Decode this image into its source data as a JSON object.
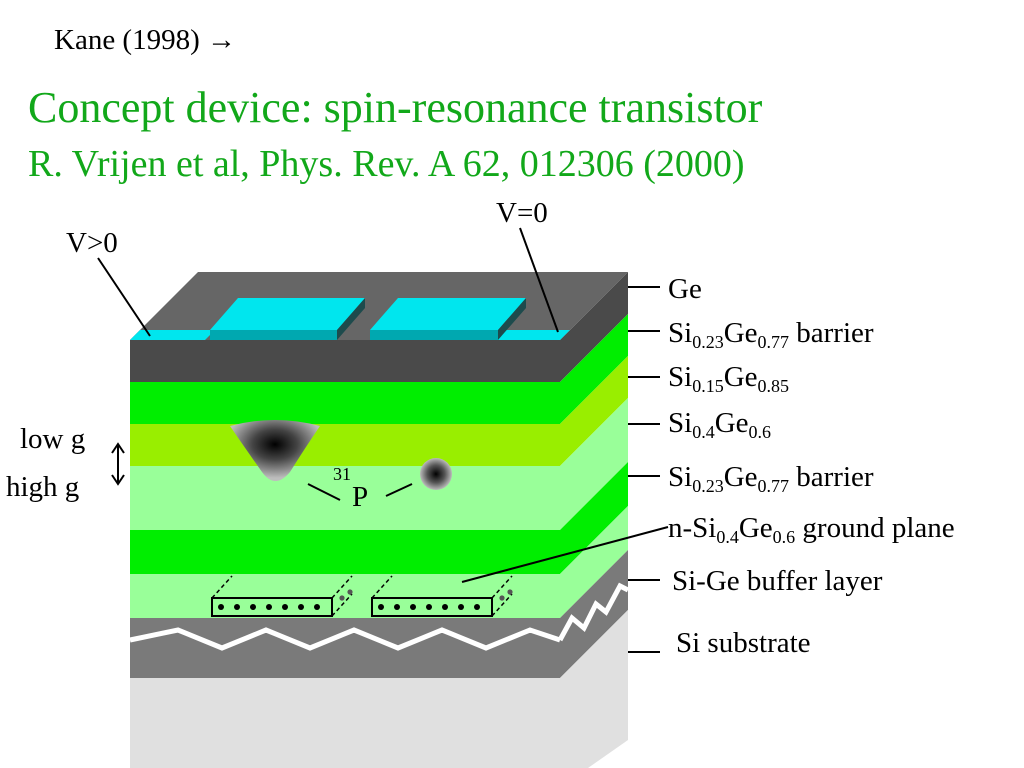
{
  "header": {
    "reference": "Kane (1998)",
    "arrow": "→",
    "title": "Concept device: spin-resonance transistor",
    "subtitle": "R. Vrijen et al, Phys. Rev. A 62, 012306 (2000)"
  },
  "gates": {
    "left_voltage": "V>0",
    "right_voltage": "V=0"
  },
  "side_labels": {
    "low_g": "low g",
    "high_g": "high g",
    "donor_mass": "31",
    "donor_symbol": "P"
  },
  "layers": {
    "ge": "Ge",
    "barrier_top": {
      "a": "Si",
      "a_sub": "0.23",
      "b": "Ge",
      "b_sub": "0.77",
      "suffix": " barrier"
    },
    "sige_085": {
      "a": "Si",
      "a_sub": "0.15",
      "b": "Ge",
      "b_sub": "0.85",
      "suffix": ""
    },
    "sige_06": {
      "a": "Si",
      "a_sub": "0.4",
      "b": "Ge",
      "b_sub": "0.6",
      "suffix": ""
    },
    "barrier_bottom": {
      "a": "Si",
      "a_sub": "0.23",
      "b": "Ge",
      "b_sub": "0.77",
      "suffix": " barrier"
    },
    "ground_plane": {
      "a": "n-Si",
      "a_sub": "0.4",
      "b": "Ge",
      "b_sub": "0.6",
      "suffix": " ground plane"
    },
    "buffer": "Si-Ge buffer layer",
    "substrate": "Si substrate"
  },
  "colors": {
    "title_green": "#12a81a",
    "ge_dark": "#4a4a4a",
    "ge_top": "#666666",
    "bright_green": "#00ee00",
    "lime_green": "#99ee00",
    "light_green": "#99ff99",
    "gate_cyan": "#00e6ee",
    "buffer_gray": "#7a7a7a",
    "substrate_gray": "#e0e0e0"
  }
}
